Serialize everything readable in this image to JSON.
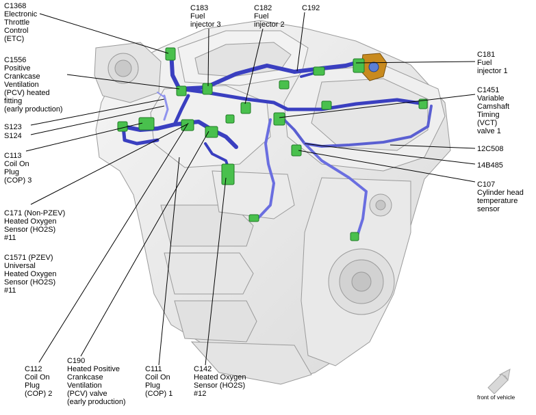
{
  "labels": {
    "c1368": "C1368\nElectronic\nThrottle\nControl\n(ETC)",
    "c183": "C183\nFuel\ninjector 3",
    "c182": "C182\nFuel\ninjector 2",
    "c192": "C192",
    "c1556": "C1556\nPositive\nCrankcase\nVentilation\n(PCV) heated\nfitting\n(early production)",
    "c181": "C181\nFuel\ninjector 1",
    "c1451": "C1451\nVariable\nCamshaft\nTiming\n(VCT)\nvalve 1",
    "s123": "S123",
    "s124": "S124",
    "c113": "C113\nCoil On\nPlug\n(COP) 3",
    "w12c508": "12C508",
    "w14b485": "14B485",
    "c107": "C107\nCylinder head\ntemperature\nsensor",
    "c171": "C171 (Non-PZEV)\nHeated Oxygen\nSensor (HO2S)\n#11",
    "c1571": "C1571 (PZEV)\nUniversal\nHeated Oxygen\nSensor (HO2S)\n#11",
    "c112": "C112\nCoil On\nPlug\n(COP) 2",
    "c190": "C190\nHeated Positive\nCrankcase\nVentilation\n(PCV) valve\n(early production)",
    "c111": "C111\nCoil On\nPlug\n(COP) 1",
    "c142": "C142\nHeated Oxygen\nSensor (HO2S)\n#12"
  },
  "front_of_vehicle": "front of vehicle",
  "colors": {
    "harness": "#3a3fc0",
    "harness_light": "#7f84e6",
    "connector": "#49c04d",
    "connector_dark": "#1f7a25",
    "engine_fill": "#ececec",
    "engine_shade": "#d2d2d2",
    "engine_edge": "#9a9a9a",
    "leader": "#000000",
    "orange_part": "#c88a1e"
  }
}
